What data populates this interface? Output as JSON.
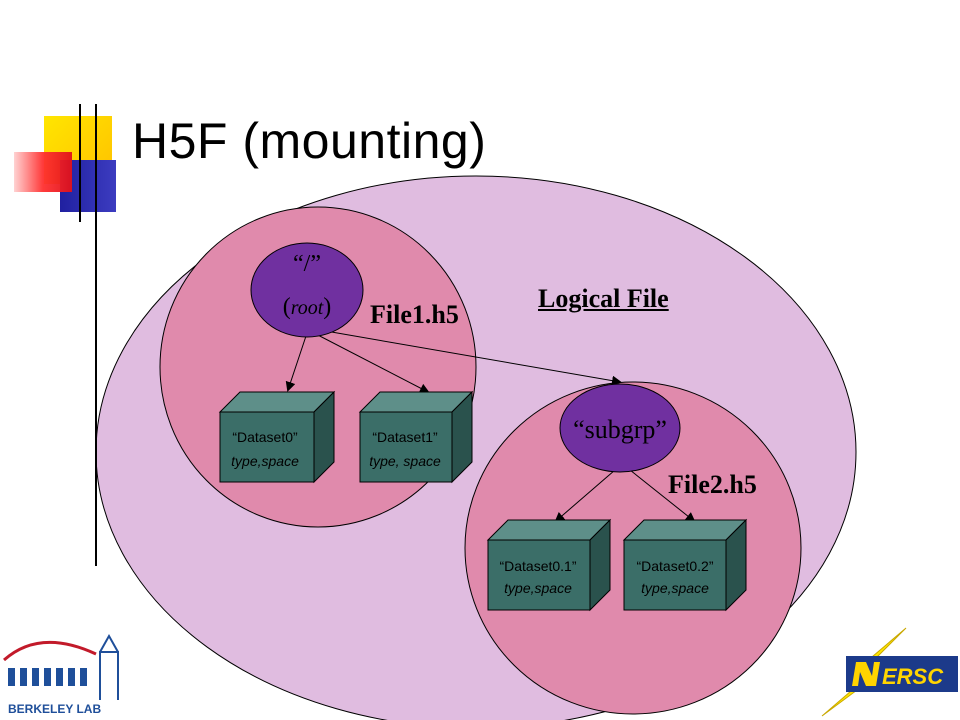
{
  "slide": {
    "title": "H5F (mounting)",
    "logical_file_label": "Logical File",
    "file1_label": "File1.h5",
    "file2_label": "File2.h5"
  },
  "nodes": {
    "root": {
      "line1": "“/”",
      "line2": "root"
    },
    "subgrp": {
      "label": "“subgrp”"
    }
  },
  "datasets": [
    {
      "name": "“Dataset0”",
      "props": "type,space"
    },
    {
      "name": "“Dataset1”",
      "props": "type, space"
    },
    {
      "name": "“Dataset0.1”",
      "props": "type,space"
    },
    {
      "name": "“Dataset0.2”",
      "props": "type,space"
    }
  ],
  "logos": {
    "left": "BERKELEY LAB",
    "right": "ERSC"
  },
  "colors": {
    "logical_file": "#e0bce0",
    "file_circle": "#e08aac",
    "group_node": "#7030a0",
    "dataset_front": "#3b6e68",
    "dataset_top": "#5e8f89",
    "dataset_side": "#2a524d",
    "accent_yellow": "#ffd400",
    "accent_red": "#e8121c",
    "accent_blue": "#2b2ba8"
  }
}
